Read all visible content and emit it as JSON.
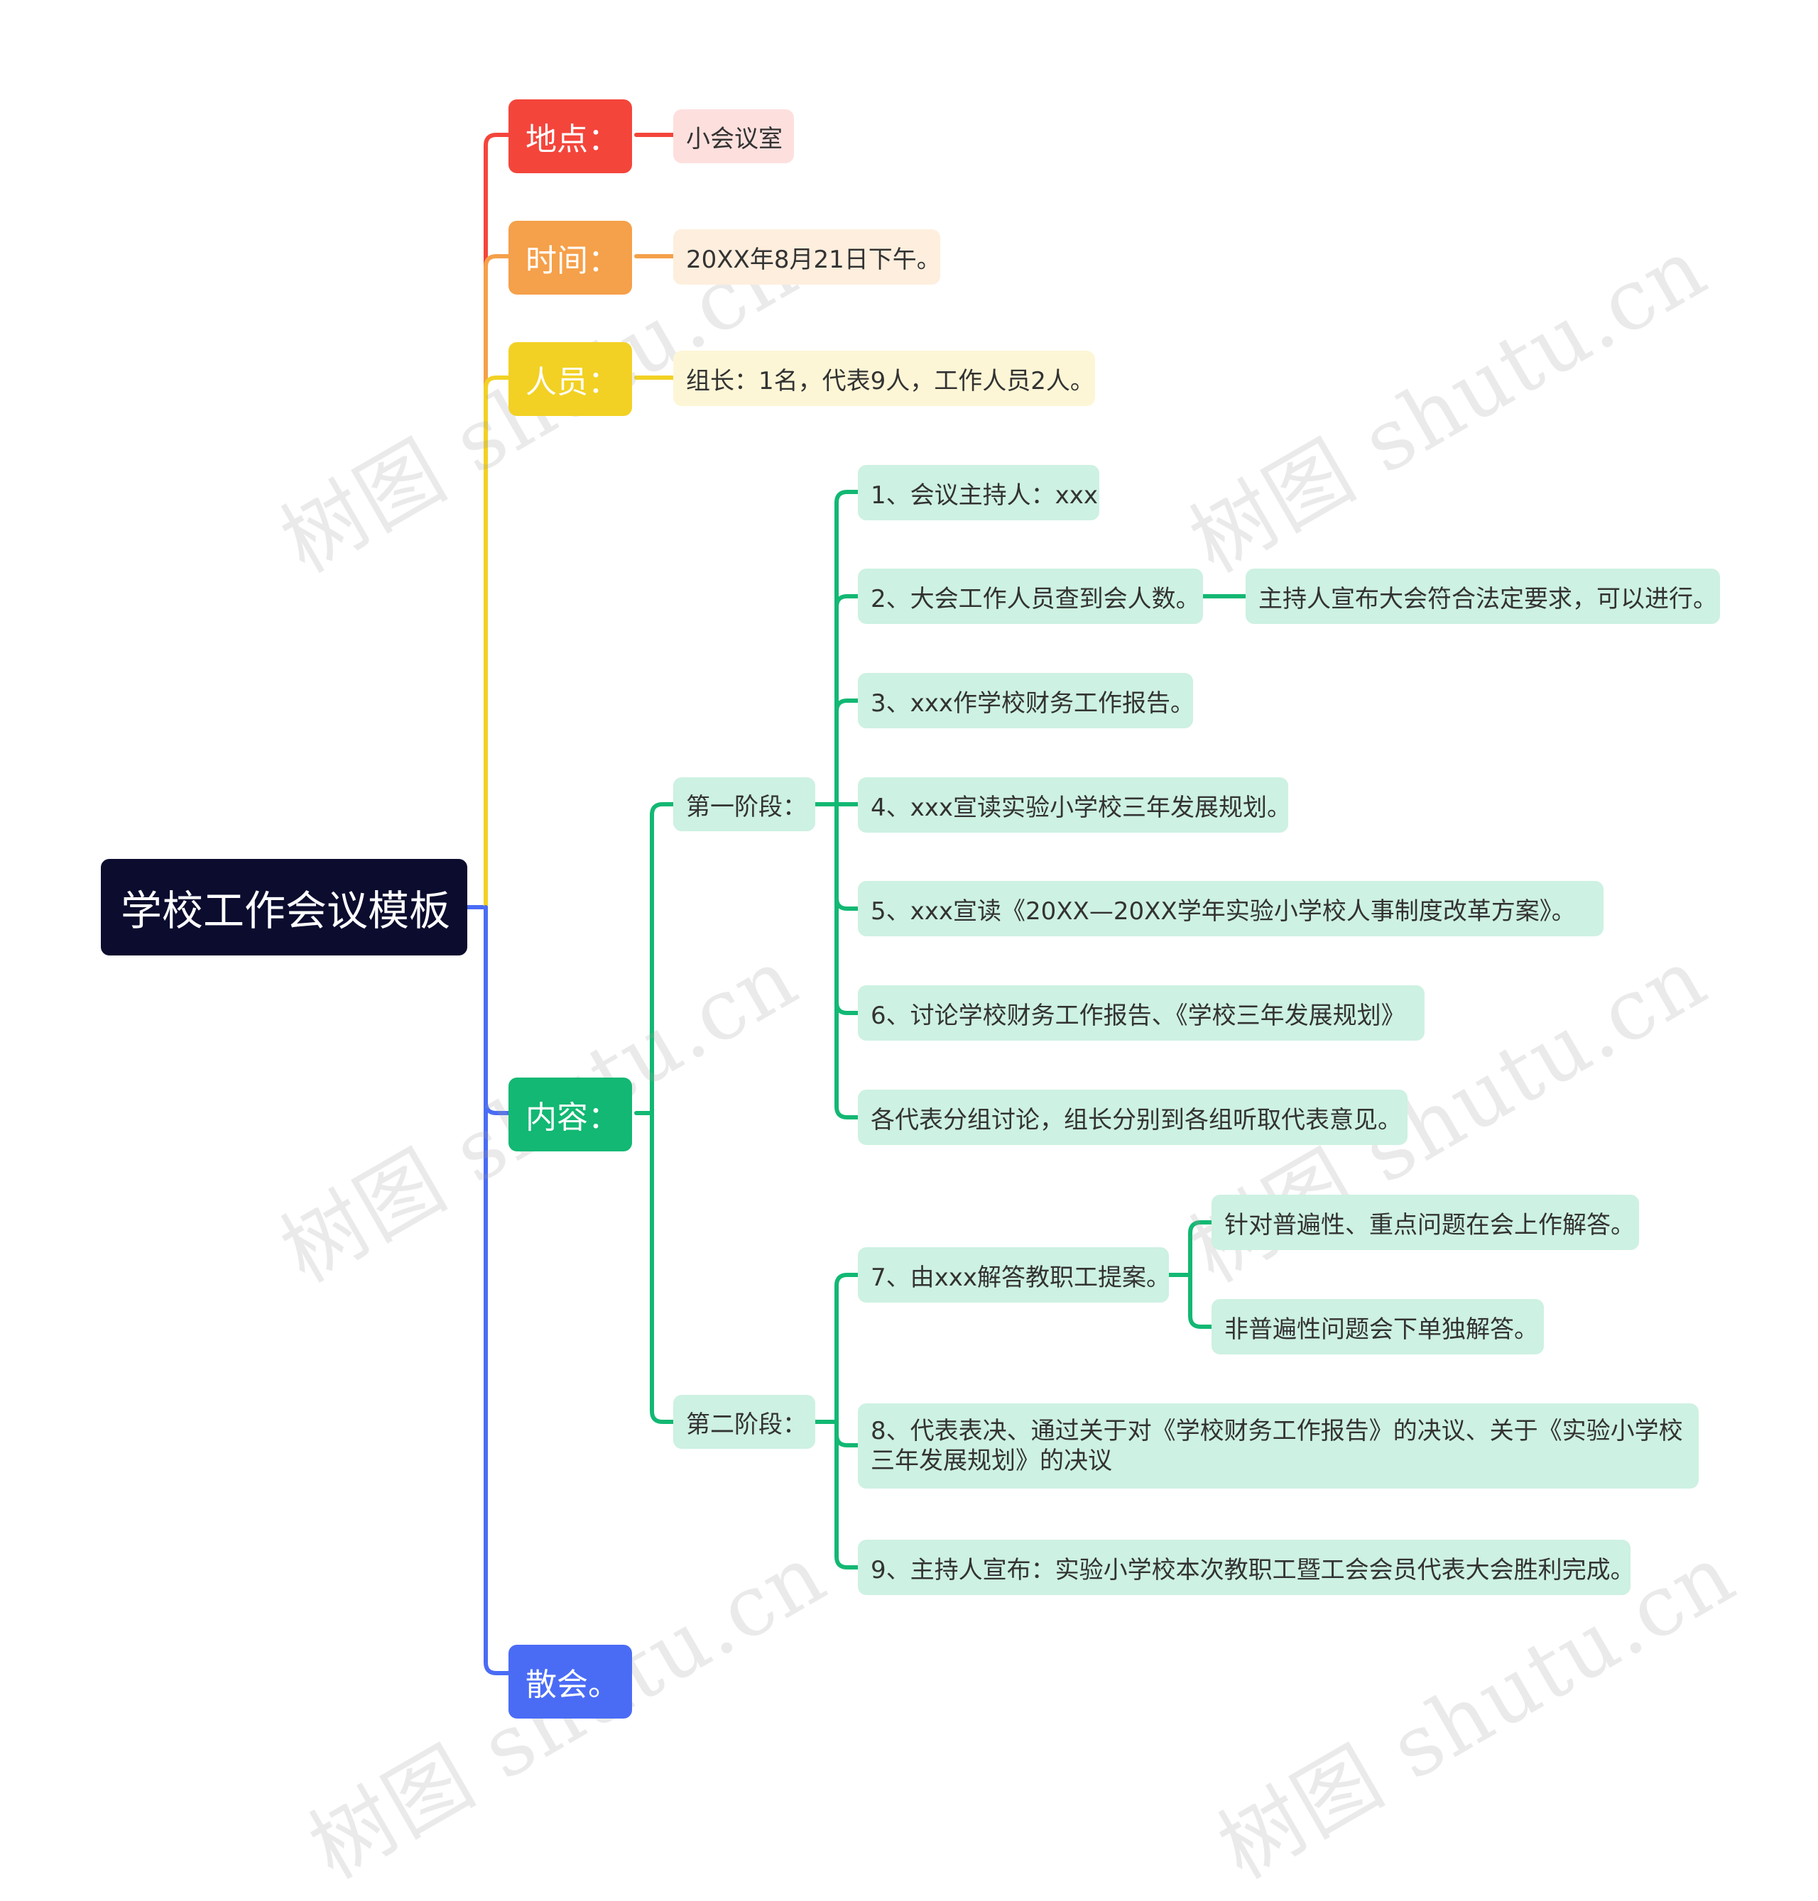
{
  "root": "学校工作会议模板",
  "place": {
    "label": "地点：",
    "value": "小会议室"
  },
  "time": {
    "label": "时间：",
    "value": "20XX年8月21日下午。"
  },
  "people": {
    "label": "人员：",
    "value": "组长：1名，代表9人，工作人员2人。"
  },
  "content": {
    "label": "内容：",
    "stage1": {
      "label": "第一阶段：",
      "items": [
        "1、会议主持人：xxx",
        "2、大会工作人员查到会人数。",
        "3、xxx作学校财务工作报告。",
        "4、xxx宣读实验小学校三年发展规划。",
        "5、xxx宣读《20XX—20XX学年实验小学校人事制度改革方案》。",
        "6、讨论学校财务工作报告、《学校三年发展规划》",
        "各代表分组讨论，组长分别到各组听取代表意见。"
      ],
      "item2_child": "主持人宣布大会符合法定要求，可以进行。"
    },
    "stage2": {
      "label": "第二阶段：",
      "items": [
        "7、由xxx解答教职工提案。",
        "8、代表表决、通过关于对《学校财务工作报告》的决议、关于《实验小学校三年发展规划》的决议",
        "9、主持人宣布：实验小学校本次教职工暨工会会员代表大会胜利完成。"
      ],
      "item7_children": [
        "针对普遍性、重点问题在会上作解答。",
        "非普遍性问题会下单独解答。"
      ]
    }
  },
  "end": {
    "label": "散会。"
  },
  "watermark": "树图 shutu.cn",
  "colors": {
    "root": "#0b0c2e",
    "place": "#f4453b",
    "time": "#f5a04a",
    "people": "#f2d124",
    "content": "#12b873",
    "end": "#4a6cf5",
    "place_leaf": "#fde0de",
    "time_leaf": "#fdeedd",
    "people_leaf": "#fdf6d6",
    "content_leaf": "#cdf1e2"
  }
}
